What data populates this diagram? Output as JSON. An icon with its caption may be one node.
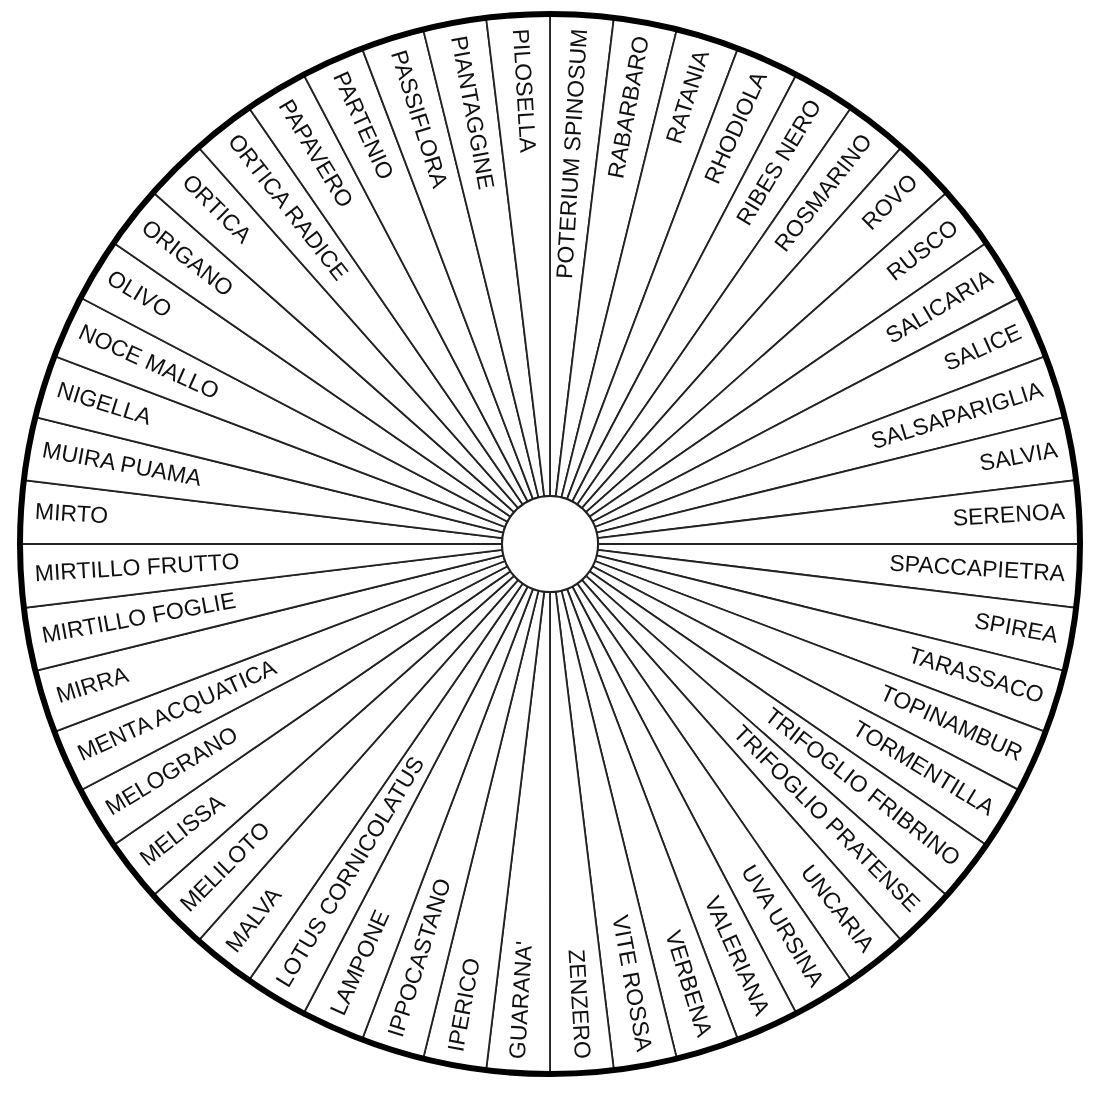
{
  "diagram": {
    "nodes": [
      {
        "text": [
          "POTERIUM SPINOSUM"
        ]
      },
      {
        "text": [
          "RABARBARO"
        ]
      },
      {
        "text": [
          "RATANIA"
        ]
      },
      {
        "text": [
          "RHODIOLA"
        ]
      },
      {
        "text": [
          "RIBES NERO"
        ]
      },
      {
        "text": [
          "ROSMARINO"
        ]
      },
      {
        "text": [
          "ROVO"
        ]
      },
      {
        "text": [
          "RUSCO"
        ]
      },
      {
        "text": [
          "SALICARIA"
        ]
      },
      {
        "text": [
          "SALICE"
        ]
      },
      {
        "text": [
          "SALSAPARIGLIA"
        ]
      },
      {
        "text": [
          "SALVIA"
        ]
      },
      {
        "text": [
          "SERENOA"
        ]
      },
      {
        "text": [
          "SPACCAPIETRA"
        ]
      },
      {
        "text": [
          "SPIREA"
        ]
      },
      {
        "text": [
          "TARASSACO"
        ]
      },
      {
        "text": [
          "TOPINAMBUR"
        ]
      },
      {
        "text": [
          "TORMENTILLA"
        ]
      },
      {
        "text": [
          "TRIFOGLIO FRIBRINO"
        ]
      },
      {
        "text": [
          "TRIFOGLIO PRATENSE"
        ]
      },
      {
        "text": [
          "UNCARIA"
        ]
      },
      {
        "text": [
          "UVA URSINA"
        ]
      },
      {
        "text": [
          "VALERIANA"
        ]
      },
      {
        "text": [
          "VERBENA"
        ]
      },
      {
        "text": [
          "VITE ROSSA"
        ]
      },
      {
        "text": [
          "ZENZERO"
        ]
      },
      {
        "text": [
          "GUARANA'"
        ]
      },
      {
        "text": [
          "IPERICO"
        ]
      },
      {
        "text": [
          "IPPOCASTANO"
        ]
      },
      {
        "text": [
          "LAMPONE"
        ]
      },
      {
        "text": [
          "LOTUS CORNICOLATUS"
        ]
      },
      {
        "text": [
          "MALVA"
        ]
      },
      {
        "text": [
          "MELILOTO"
        ]
      },
      {
        "text": [
          "MELISSA"
        ]
      },
      {
        "text": [
          "MELOGRANO"
        ]
      },
      {
        "text": [
          "MENTA ACQUATICA"
        ]
      },
      {
        "text": [
          "MIRRA"
        ]
      },
      {
        "text": [
          "MIRTILLO FOGLIE"
        ]
      },
      {
        "text": [
          "MIRTILLO FRUTTO"
        ]
      },
      {
        "text": [
          "MIRTO"
        ]
      },
      {
        "text": [
          "MUIRA PUAMA"
        ]
      },
      {
        "text": [
          "NIGELLA"
        ]
      },
      {
        "text": [
          "NOCE MALLO"
        ]
      },
      {
        "text": [
          "OLIVO"
        ]
      },
      {
        "text": [
          "ORIGANO"
        ]
      },
      {
        "text": [
          "ORTICA"
        ]
      },
      {
        "text": [
          "ORTICA RADICE"
        ]
      },
      {
        "text": [
          "PAPAVERO"
        ]
      },
      {
        "text": [
          "PARTENIO"
        ]
      },
      {
        "text": [
          "PASSIFLORA"
        ]
      },
      {
        "text": [
          "PIANTAGGINE"
        ]
      },
      {
        "text": [
          "PILOSELLA"
        ]
      }
    ]
  }
}
